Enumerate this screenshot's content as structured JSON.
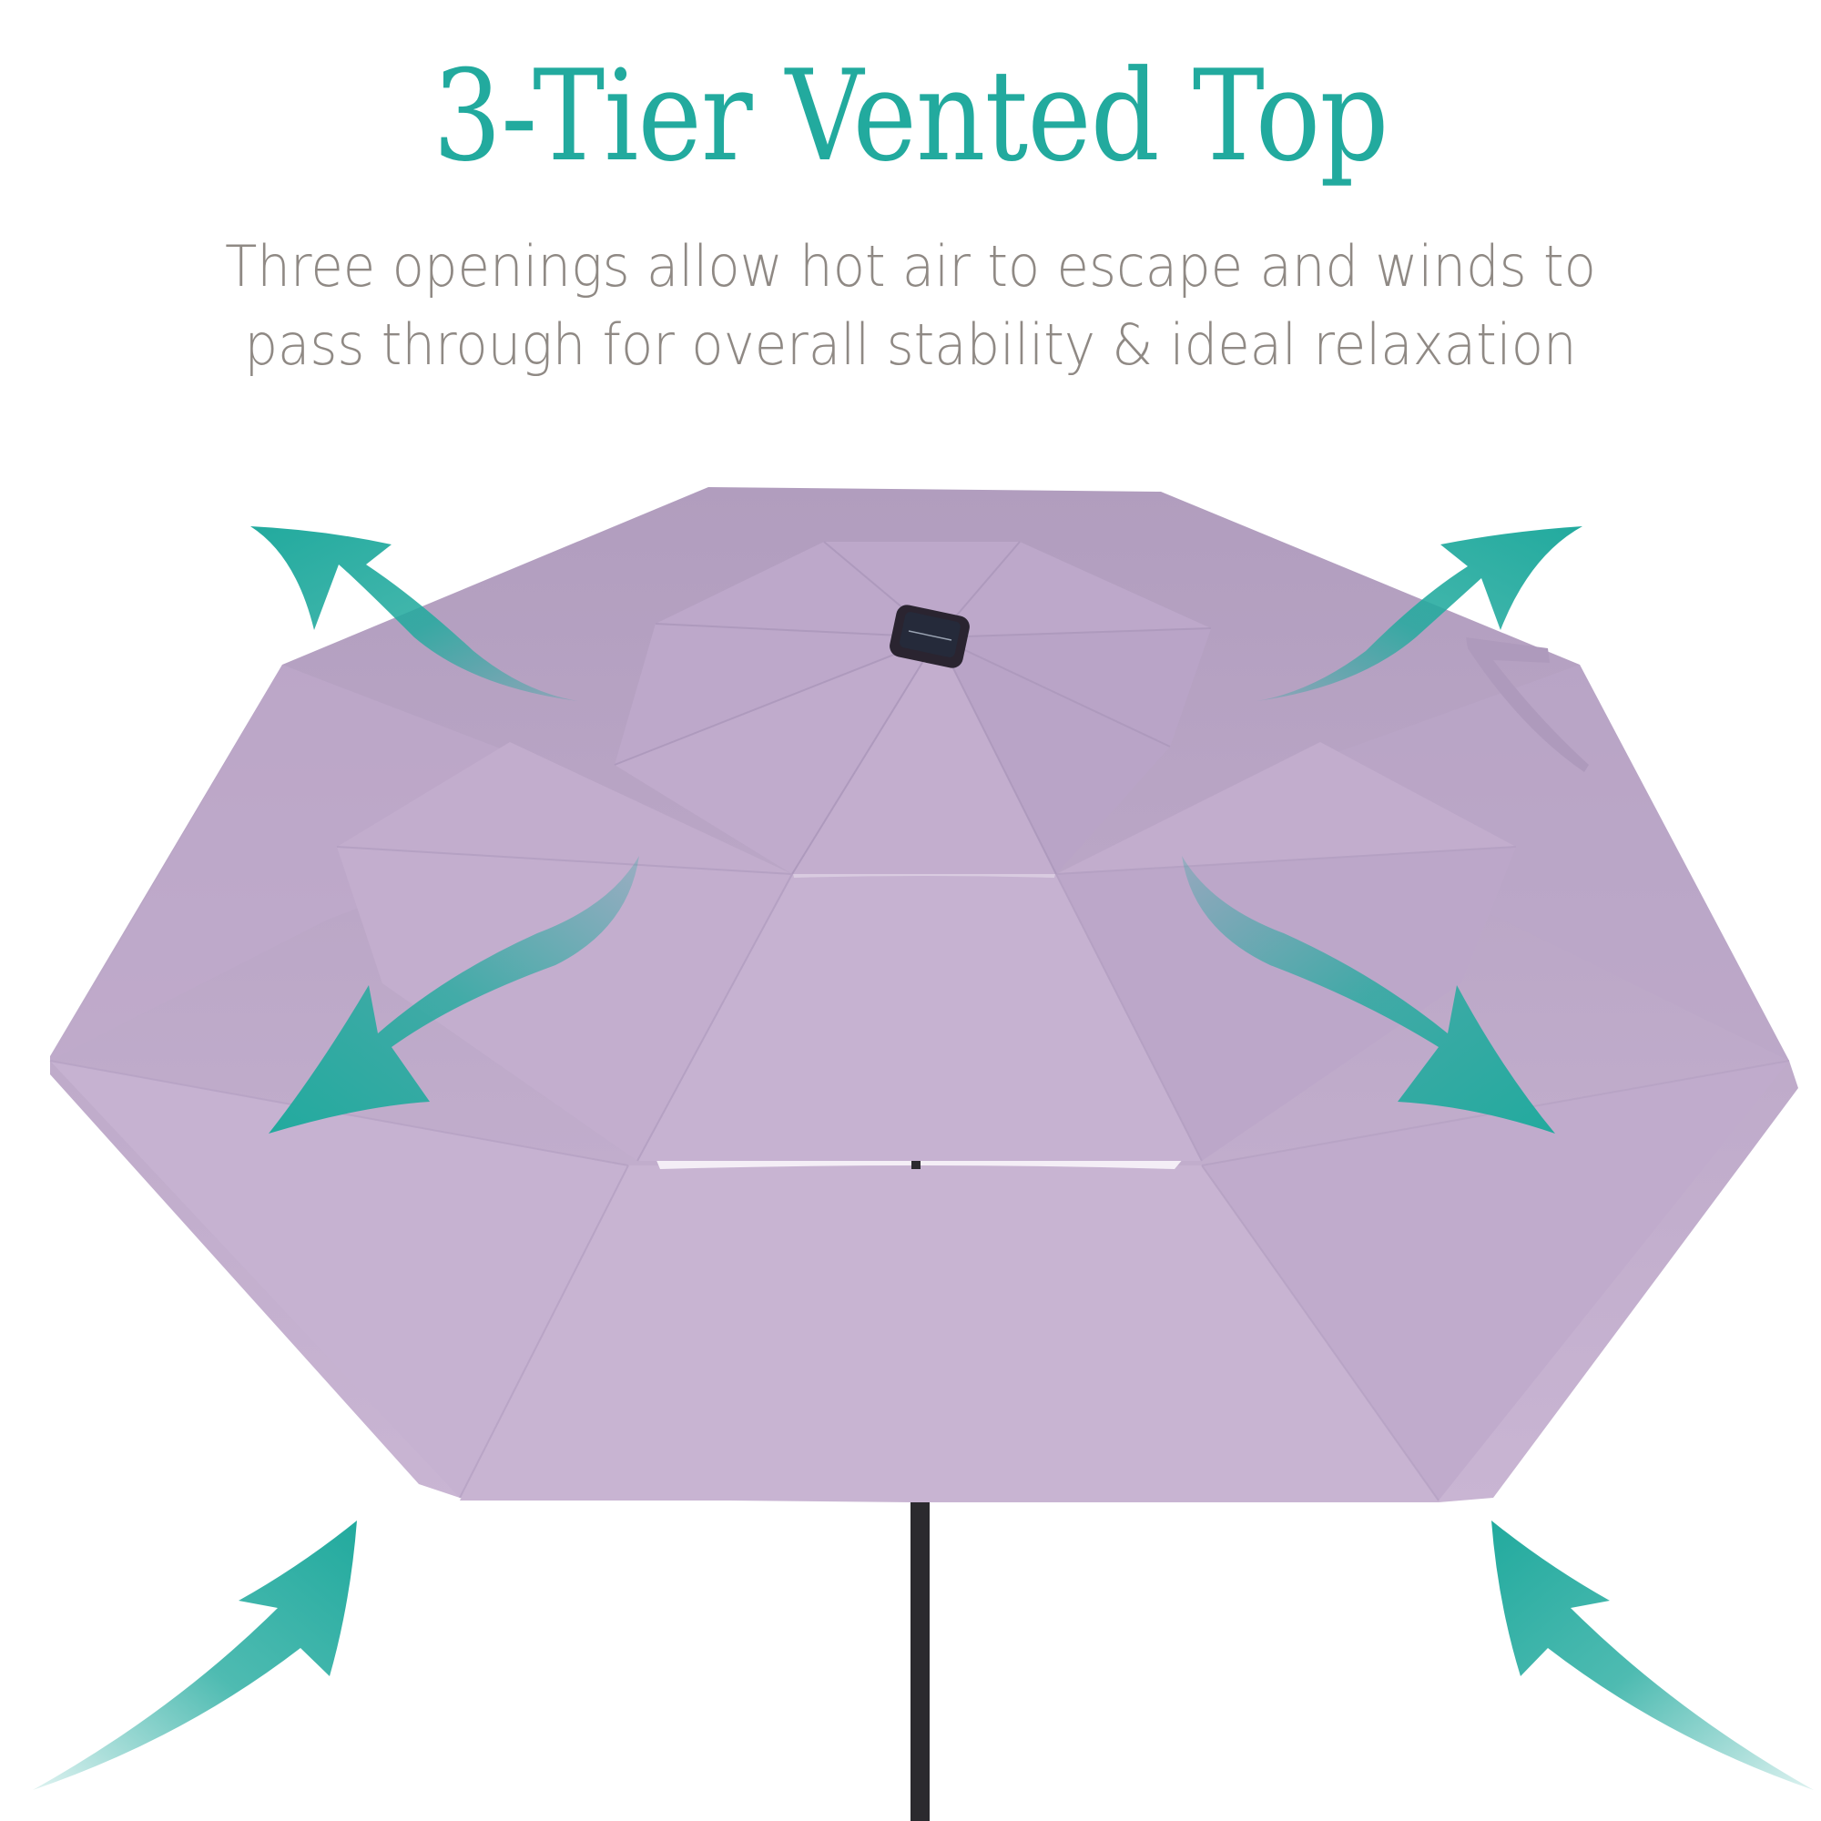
{
  "header": {
    "title": "3-Tier Vented Top",
    "subtitle_lines": [
      "Three openings allow hot air to escape and winds to",
      "pass through for overall stability & ideal relaxation"
    ]
  },
  "illustration": {
    "subject": "Lavender 3-tier vented patio umbrella viewed from below, with solar panel on top",
    "canopy_tiers": 3,
    "arrows": [
      {
        "position": "upper-left",
        "direction": "out-up-left"
      },
      {
        "position": "upper-right",
        "direction": "out-up-right"
      },
      {
        "position": "middle-left",
        "direction": "out-down-left"
      },
      {
        "position": "middle-right",
        "direction": "out-down-right"
      },
      {
        "position": "lower-left",
        "direction": "in-up-right"
      },
      {
        "position": "lower-right",
        "direction": "in-up-left"
      }
    ],
    "icons": [
      "solar-panel-icon",
      "umbrella-pole",
      "tie-strap"
    ]
  },
  "colors": {
    "accent_teal": "#22aa9e",
    "subtitle_gray": "#8f8984",
    "canopy_light": "#c8b4d2",
    "canopy_mid": "#bfaacb",
    "canopy_dark": "#b29fc0",
    "pole": "#2b2a2e",
    "solar_panel": "#2a2430",
    "background": "#ffffff"
  }
}
